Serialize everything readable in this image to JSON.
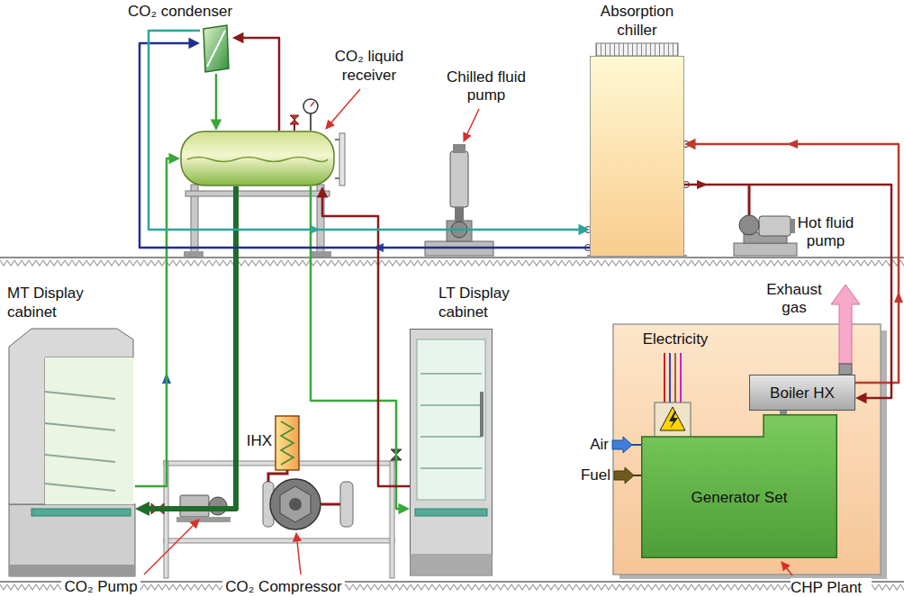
{
  "diagram": {
    "nodes": [
      {
        "text": [
          "CO₂ condenser"
        ]
      },
      {
        "text": [
          "CO₂ liquid receiver"
        ]
      },
      {
        "text": [
          "Absorption chiller"
        ]
      },
      {
        "text": [
          "MT Display cabinet"
        ]
      },
      {
        "text": [
          "LT Display cabinet"
        ]
      },
      {
        "text": [
          "CHP Plant"
        ]
      },
      {
        "text": [
          "Boiler HX"
        ],
        "in": 5
      },
      {
        "text": [
          "Generator Set"
        ],
        "in": 5
      }
    ],
    "edges": [
      {
        "from": 1,
        "to": 3,
        "arrow": "to"
      },
      {
        "from": 3,
        "to": 1,
        "arrow": "to"
      },
      {
        "from": 1,
        "to": 4,
        "arrow": "to"
      },
      {
        "from": 4,
        "to": 1,
        "arrow": "to"
      },
      {
        "from": 1,
        "to": 0,
        "arrow": "to"
      },
      {
        "from": 0,
        "to": 1,
        "arrow": "to"
      },
      {
        "from": 2,
        "to": 0,
        "arrow": "to"
      },
      {
        "from": 0,
        "to": 2,
        "arrow": "to"
      },
      {
        "from": 6,
        "to": 2,
        "arrow": "to"
      },
      {
        "from": 2,
        "to": 6,
        "arrow": "to"
      }
    ],
    "labels": [
      "Chilled fluid pump",
      "Hot fluid pump",
      "Exhaust gas",
      "Electricity",
      "IHX",
      "Air",
      "Fuel",
      "CO₂ Pump",
      "CO₂ Compressor"
    ]
  }
}
